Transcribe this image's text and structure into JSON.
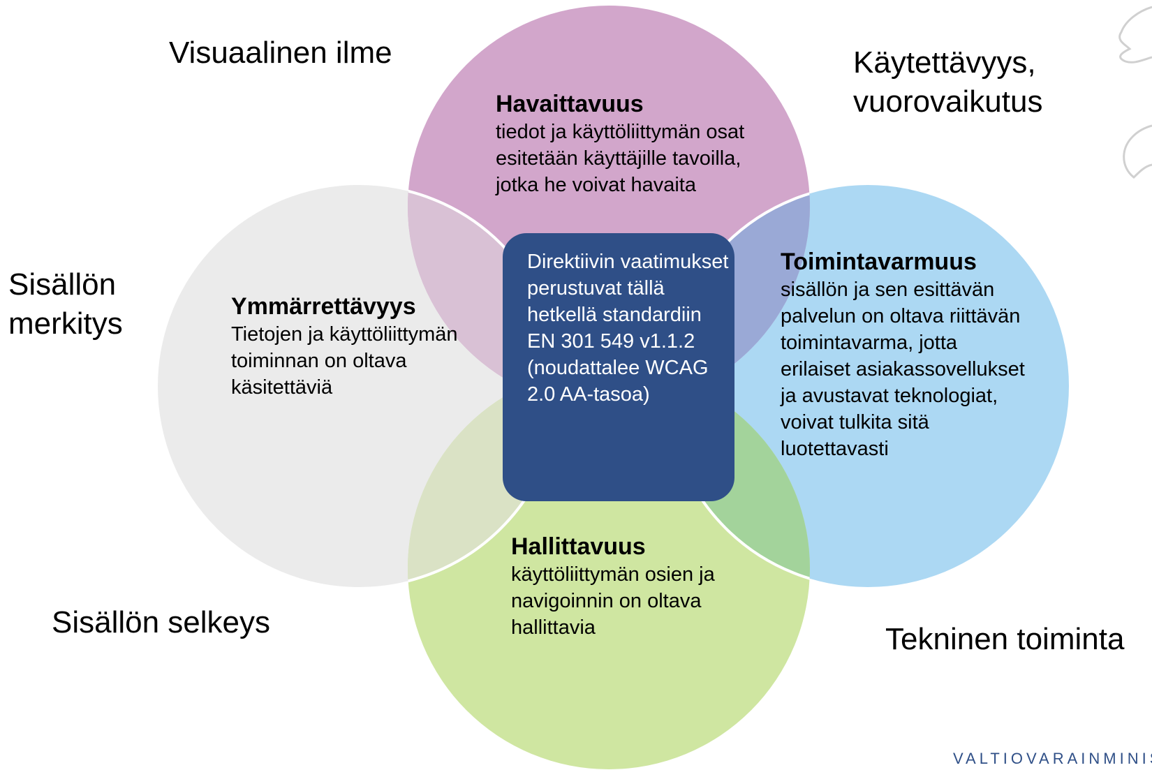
{
  "corner_labels": {
    "top_left": "Visuaalinen ilme",
    "top_right": "Käytettävyys,\nvuorovaikutus",
    "middle_left": "Sisällön\nmerkitys",
    "bottom_left": "Sisällön selkeys",
    "bottom_right": "Tekninen toiminta"
  },
  "circles": {
    "havaittavuus": {
      "title": "Havaittavuus",
      "desc": "tiedot ja käyttöliittymän osat esitetään käyttäjille tavoilla, jotka he voivat havaita",
      "color": "#d2a6cb"
    },
    "ymmarrettavyys": {
      "title": "Ymmärrettävyys",
      "desc": "Tietojen ja käyttöliittymän toiminnan on oltava käsitettäviä",
      "color": "#ebebeb"
    },
    "toimintavarmuus": {
      "title": "Toimintavarmuus",
      "desc": "sisällön ja sen esittävän palvelun on oltava riittävän toimintavarma, jotta erilaiset asiakassovellukset ja avustavat teknologiat, voivat tulkita sitä luotettavasti",
      "color": "#acd8f3"
    },
    "hallittavuus": {
      "title": "Hallittavuus",
      "desc": "käyttöliittymän osien ja navigoinnin on oltava hallittavia",
      "color": "#cfe6a1"
    }
  },
  "center": {
    "text": "Direktiivin vaatimukset perustuvat tällä hetkellä standardiin EN 301 549 v1.1.2 (noudattalee WCAG 2.0 AA-tasoa)",
    "color": "#2f4f87"
  },
  "logo": {
    "text": "VALTIOVARAINMINISTE"
  }
}
